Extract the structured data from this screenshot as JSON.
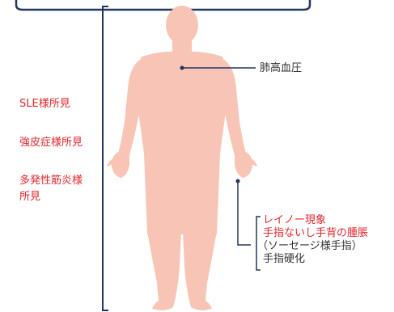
{
  "colors": {
    "accent_red": "#e3242b",
    "bracket_navy": "#22375e",
    "skin": "#f8c4b5",
    "text": "#333333"
  },
  "labels": {
    "hypertension": "肺高血圧",
    "sle": "SLE様所見",
    "scleroderma": "強皮症様所見",
    "myositis_line1": "多発性筋炎様",
    "myositis_line2": "所見",
    "raynaud": "レイノー現象",
    "hand_swelling": "手指ないし手背の腫脹",
    "sausage_finger": "（ソーセージ様手指）",
    "sclerodactyly": "手指硬化"
  }
}
